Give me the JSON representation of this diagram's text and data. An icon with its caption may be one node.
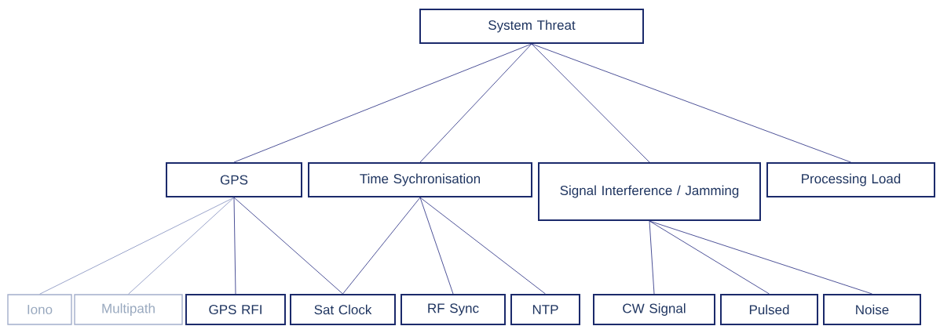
{
  "diagram": {
    "nodes": [
      {
        "text": [
          "System Threat"
        ]
      },
      {
        "text": [
          "GPS"
        ]
      },
      {
        "text": [
          "Time Sychronisation"
        ]
      },
      {
        "text": [
          "Signal Interference / Jamming"
        ]
      },
      {
        "text": [
          "Processing Load"
        ]
      },
      {
        "text": [
          "Iono"
        ]
      },
      {
        "text": [
          "Multipath"
        ]
      },
      {
        "text": [
          "GPS RFI"
        ]
      },
      {
        "text": [
          "Sat Clock"
        ]
      },
      {
        "text": [
          "RF Sync"
        ]
      },
      {
        "text": [
          "NTP"
        ]
      },
      {
        "text": [
          "CW Signal"
        ]
      },
      {
        "text": [
          "Pulsed"
        ]
      },
      {
        "text": [
          "Noise"
        ]
      }
    ],
    "edges": [
      {
        "from": 0,
        "to": 1,
        "arrow": "none"
      },
      {
        "from": 0,
        "to": 2,
        "arrow": "none"
      },
      {
        "from": 0,
        "to": 3,
        "arrow": "none"
      },
      {
        "from": 0,
        "to": 4,
        "arrow": "none"
      },
      {
        "from": 1,
        "to": 5,
        "arrow": "none",
        "color": "#8f9ac4"
      },
      {
        "from": 1,
        "to": 6,
        "arrow": "none",
        "color": "#8f9ac4"
      },
      {
        "from": 1,
        "to": 7,
        "arrow": "none"
      },
      {
        "from": 1,
        "to": 8,
        "arrow": "none"
      },
      {
        "from": 2,
        "to": 8,
        "arrow": "none"
      },
      {
        "from": 2,
        "to": 9,
        "arrow": "none"
      },
      {
        "from": 2,
        "to": 10,
        "arrow": "none"
      },
      {
        "from": 3,
        "to": 11,
        "arrow": "none"
      },
      {
        "from": 3,
        "to": 12,
        "arrow": "none"
      },
      {
        "from": 3,
        "to": 13,
        "arrow": "none"
      }
    ]
  }
}
